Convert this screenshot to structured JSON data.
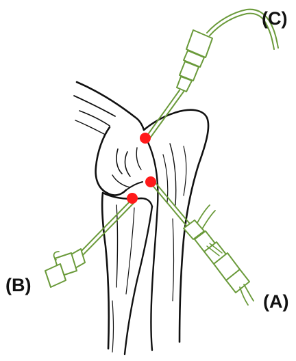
{
  "labels": {
    "a": "(A)",
    "b": "(B)",
    "c": "(C)"
  },
  "colors": {
    "bone_outline": "#111111",
    "instrument": "#6a9a3a",
    "instrument_fill": "#ffffff",
    "marker": "#ff1a1a",
    "label": "#111111"
  },
  "icons": {
    "instrument_a": "needle-connector-icon",
    "instrument_b": "needle-hub-icon",
    "instrument_c": "needle-with-tubing-icon",
    "marker": "red-dot-icon"
  }
}
